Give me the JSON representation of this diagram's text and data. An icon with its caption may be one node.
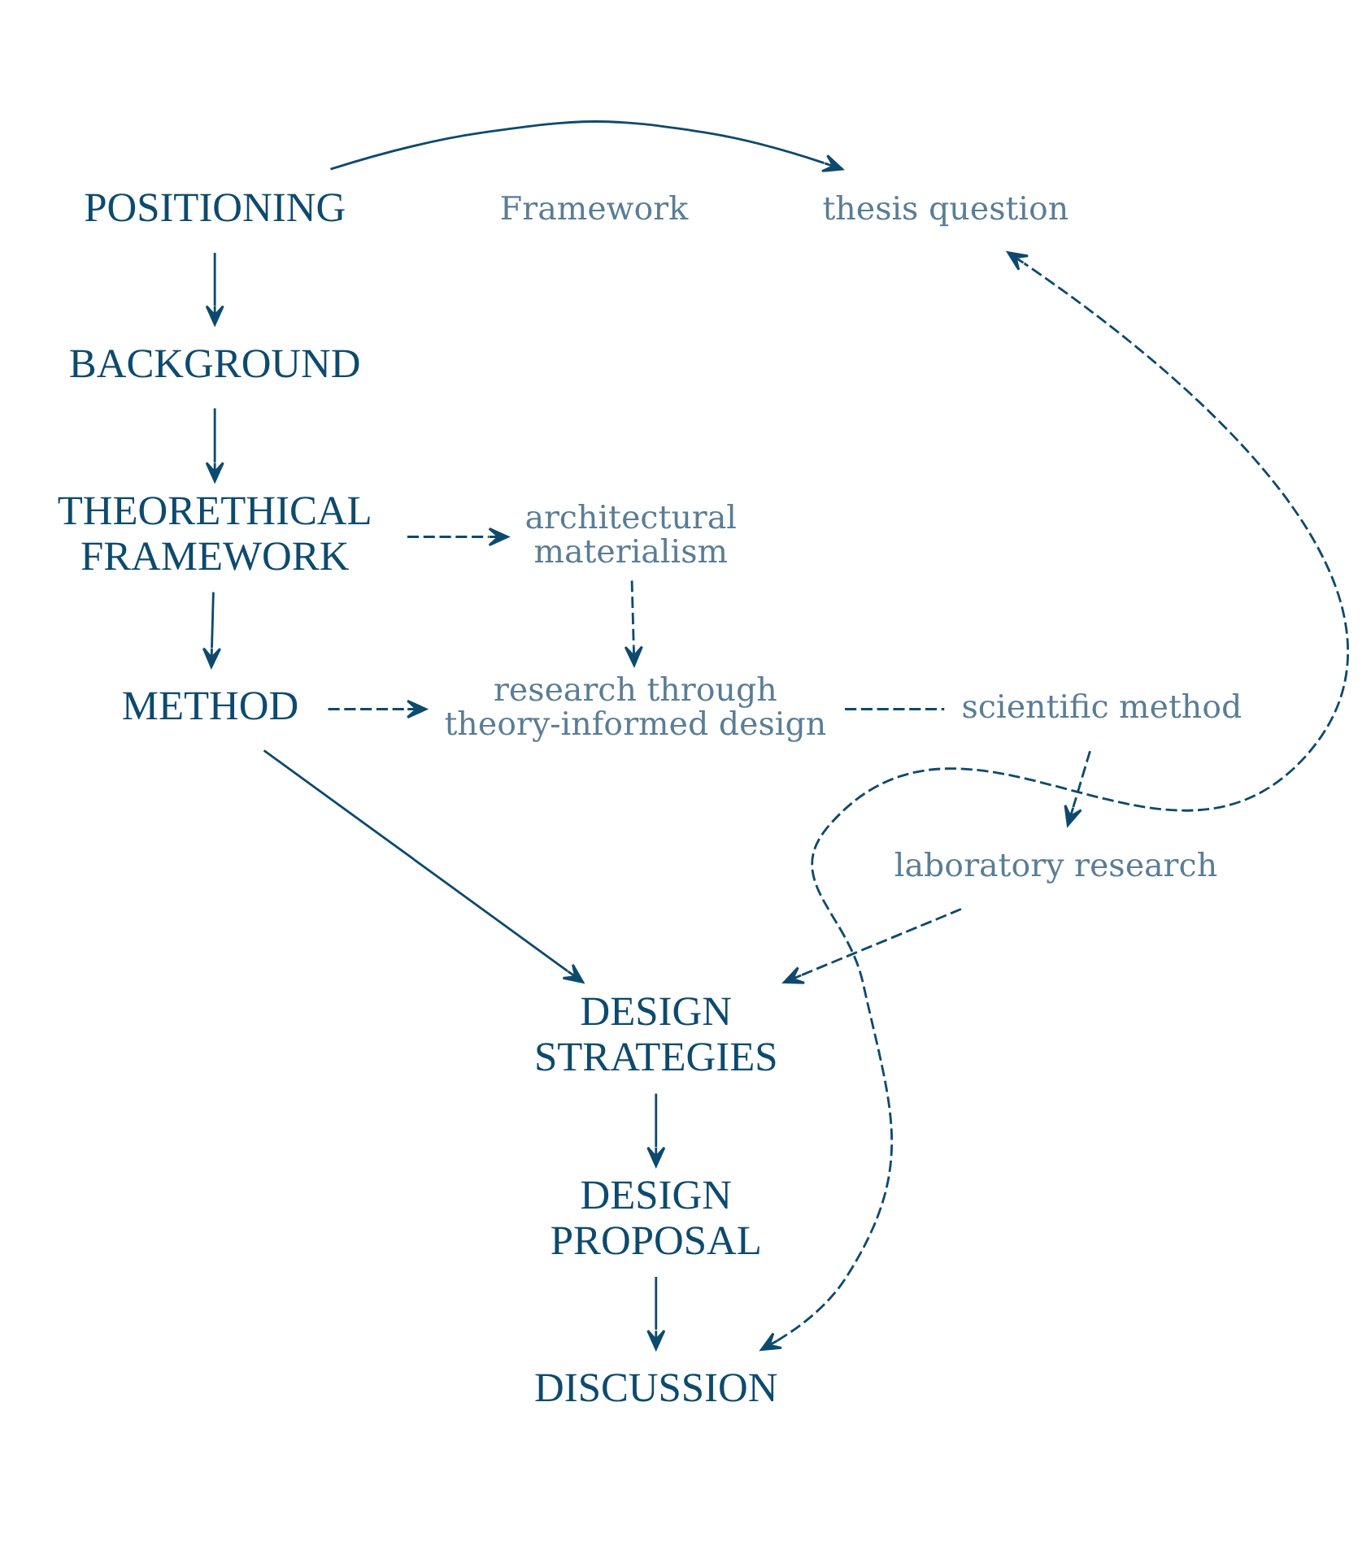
{
  "diagram": {
    "nodes": [
      {
        "text": [
          "POSITIONING"
        ]
      },
      {
        "text": [
          "thesis question"
        ]
      },
      {
        "text": [
          "BACKGROUND"
        ]
      },
      {
        "text": [
          "THEORETHICAL FRAMEWORK"
        ]
      },
      {
        "text": [
          "architectural materialism"
        ]
      },
      {
        "text": [
          "METHOD"
        ]
      },
      {
        "text": [
          "research through theory-informed design"
        ]
      },
      {
        "text": [
          "scientific method"
        ]
      },
      {
        "text": [
          "laboratory research"
        ]
      },
      {
        "text": [
          "DESIGN STRATEGIES"
        ]
      },
      {
        "text": [
          "DESIGN PROPOSAL"
        ]
      },
      {
        "text": [
          "DISCUSSION"
        ]
      }
    ],
    "edges": [
      {
        "from": 0,
        "to": 1,
        "arrow": "to"
      },
      {
        "from": 0,
        "to": 2,
        "arrow": "to"
      },
      {
        "from": 2,
        "to": 3,
        "arrow": "to"
      },
      {
        "from": 3,
        "to": 4,
        "arrow": "to",
        "style": "dashed"
      },
      {
        "from": 4,
        "to": 6,
        "arrow": "to",
        "style": "dashed"
      },
      {
        "from": 3,
        "to": 5,
        "arrow": "to"
      },
      {
        "from": 5,
        "to": 6,
        "arrow": "to",
        "style": "dashed"
      },
      {
        "from": 6,
        "to": 7,
        "arrow": "none",
        "style": "dashed"
      },
      {
        "from": 7,
        "to": 8,
        "arrow": "to",
        "style": "dashed"
      },
      {
        "from": 8,
        "to": 9,
        "arrow": "to",
        "style": "dashed"
      },
      {
        "from": 5,
        "to": 9,
        "arrow": "to"
      },
      {
        "from": 9,
        "to": 10,
        "arrow": "to"
      },
      {
        "from": 10,
        "to": 11,
        "arrow": "to"
      },
      {
        "from": 11,
        "to": 1,
        "arrow": "both",
        "style": "dashed"
      }
    ],
    "labels": [
      "Framework"
    ]
  }
}
